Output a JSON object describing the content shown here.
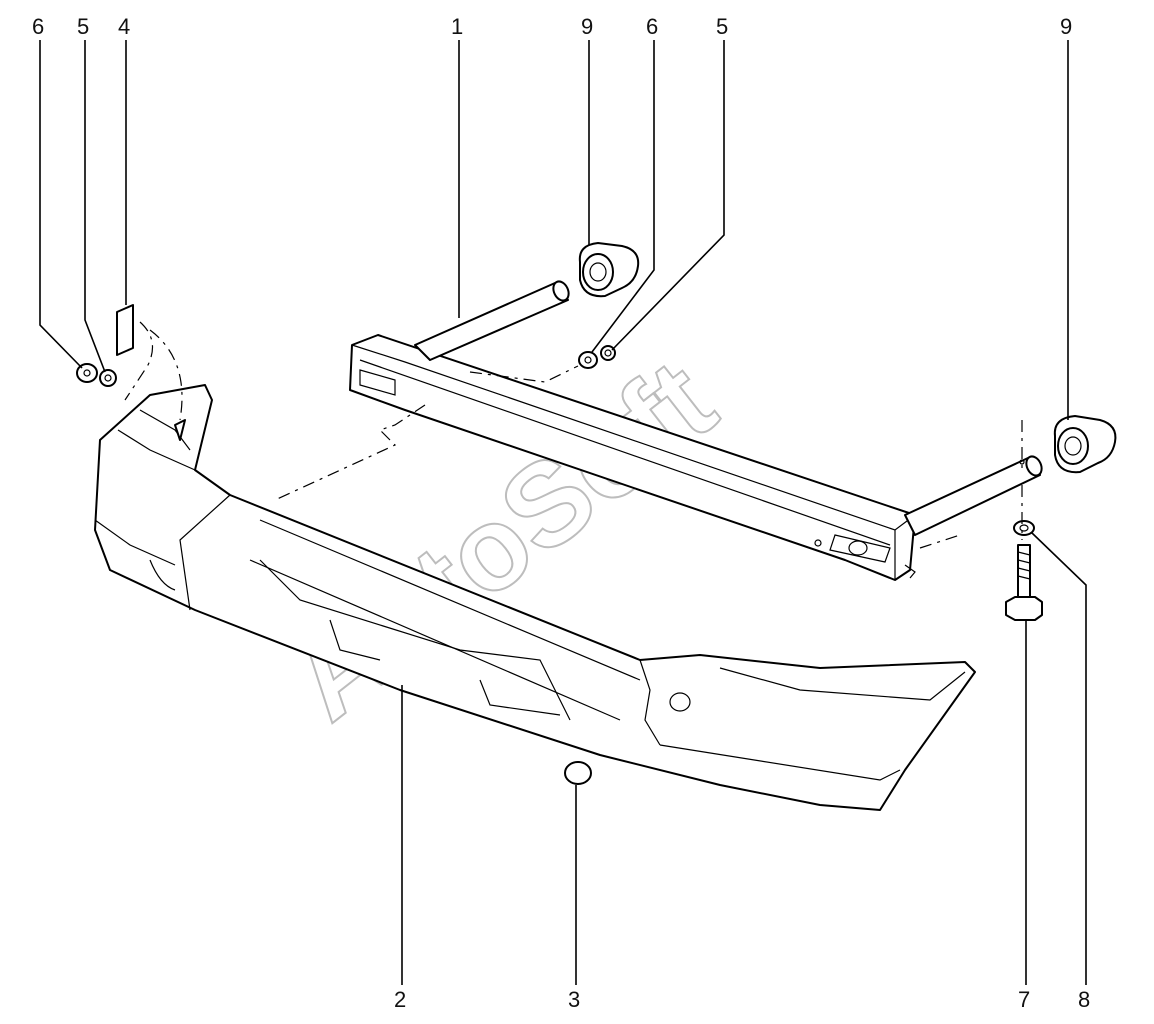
{
  "watermark": "AutoSoft",
  "callouts": [
    {
      "id": "c6a",
      "text": "6"
    },
    {
      "id": "c5a",
      "text": "5"
    },
    {
      "id": "c4",
      "text": "4"
    },
    {
      "id": "c1",
      "text": "1"
    },
    {
      "id": "c9a",
      "text": "9"
    },
    {
      "id": "c6b",
      "text": "6"
    },
    {
      "id": "c5b",
      "text": "5"
    },
    {
      "id": "c9b",
      "text": "9"
    },
    {
      "id": "c2",
      "text": "2"
    },
    {
      "id": "c3",
      "text": "3"
    },
    {
      "id": "c7",
      "text": "7"
    },
    {
      "id": "c8",
      "text": "8"
    }
  ]
}
